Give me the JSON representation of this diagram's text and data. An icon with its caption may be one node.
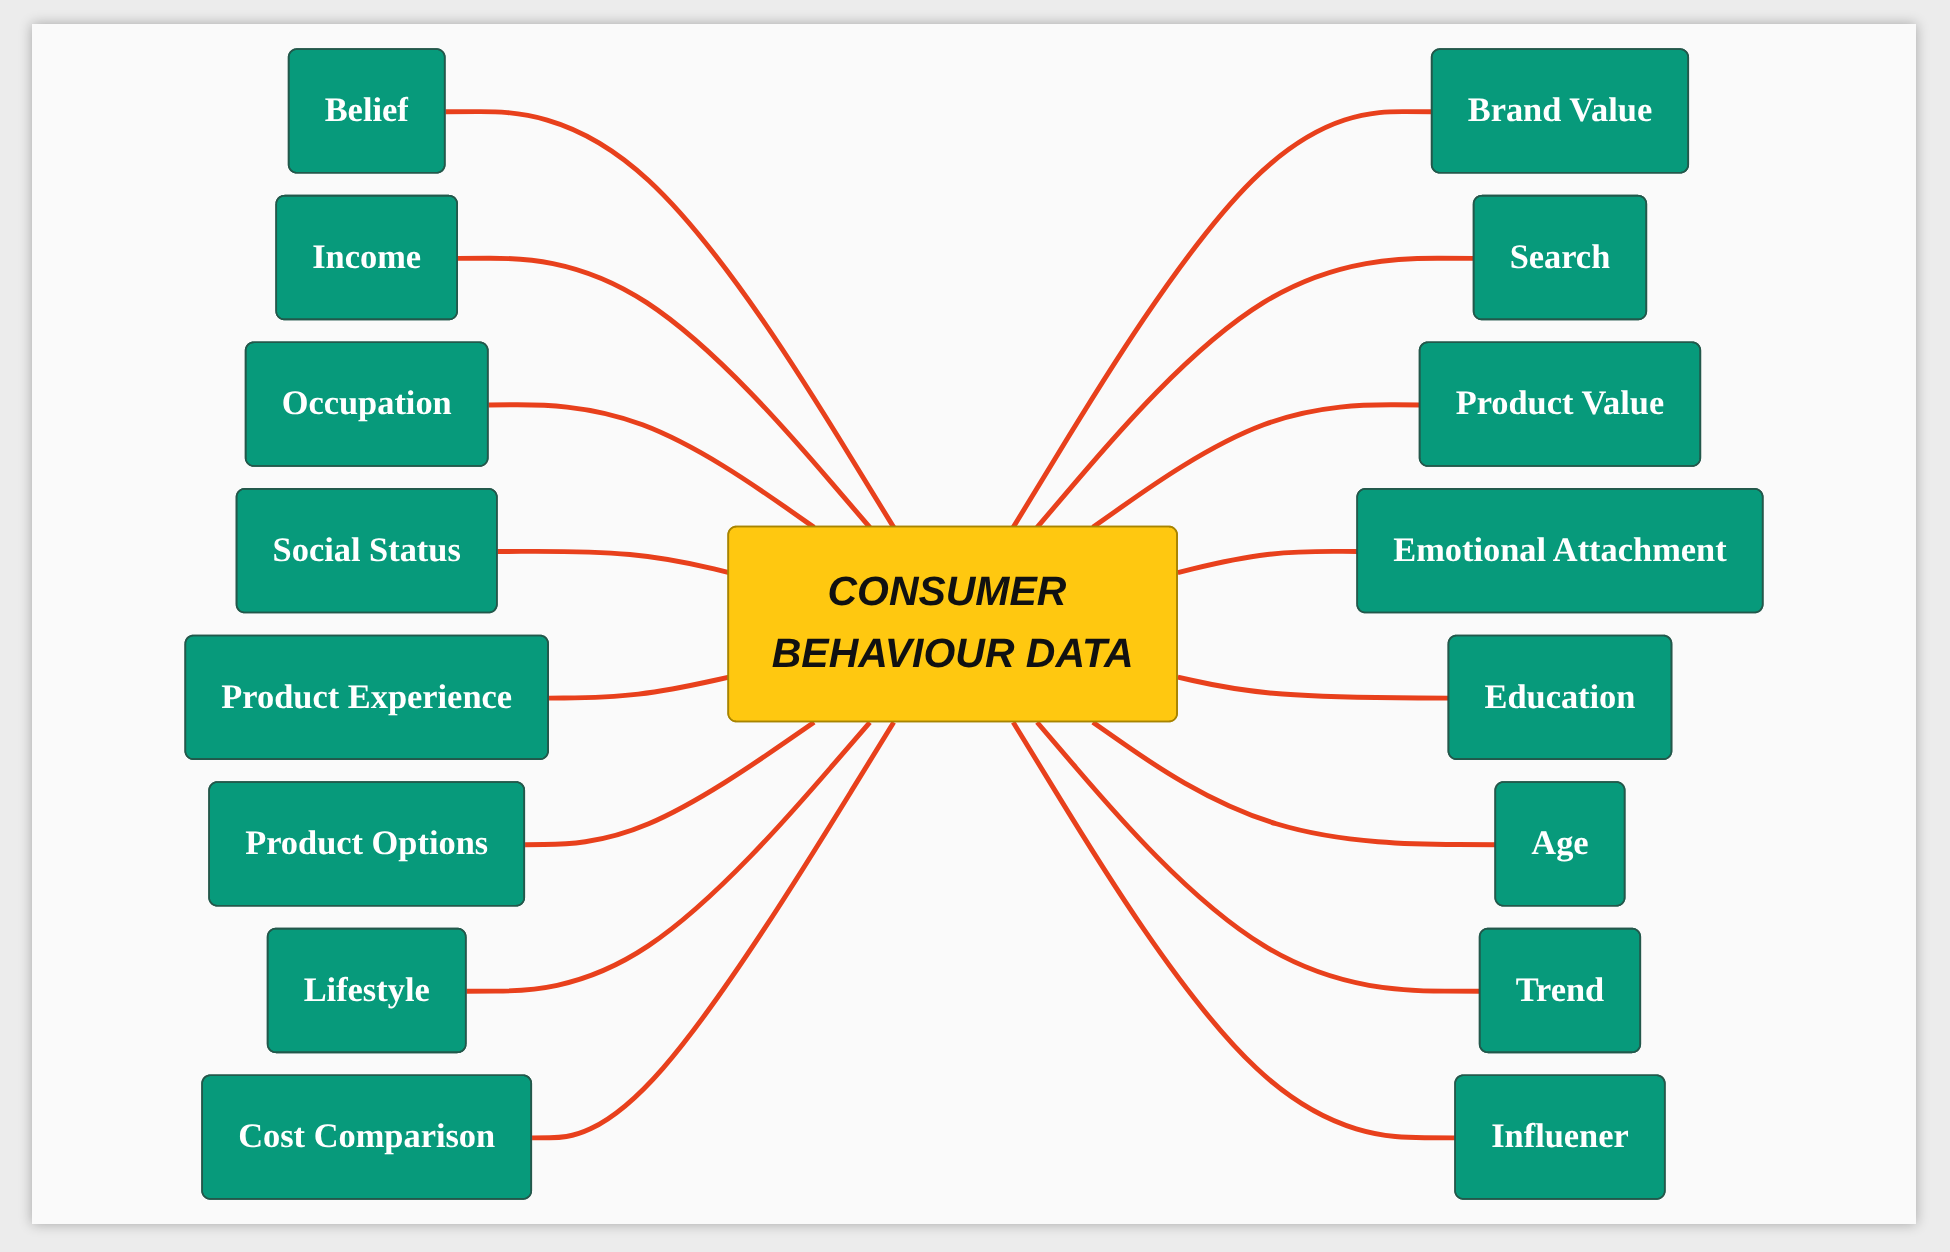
{
  "diagram": {
    "nodes": [
      {
        "text": [
          "CONSUMER BEHAVIOUR DATA"
        ]
      },
      {
        "text": [
          "Belief"
        ]
      },
      {
        "text": [
          "Income"
        ]
      },
      {
        "text": [
          "Occupation"
        ]
      },
      {
        "text": [
          "Social Status"
        ]
      },
      {
        "text": [
          "Product Experience"
        ]
      },
      {
        "text": [
          "Product Options"
        ]
      },
      {
        "text": [
          "Lifestyle"
        ]
      },
      {
        "text": [
          "Cost Comparison"
        ]
      },
      {
        "text": [
          "Brand Value"
        ]
      },
      {
        "text": [
          "Search"
        ]
      },
      {
        "text": [
          "Product Value"
        ]
      },
      {
        "text": [
          "Emotional Attachment"
        ]
      },
      {
        "text": [
          "Education"
        ]
      },
      {
        "text": [
          "Age"
        ]
      },
      {
        "text": [
          "Trend"
        ]
      },
      {
        "text": [
          "Influener"
        ]
      }
    ],
    "edges": [
      {
        "from": 1,
        "to": 0,
        "arrow": "none"
      },
      {
        "from": 2,
        "to": 0,
        "arrow": "none"
      },
      {
        "from": 3,
        "to": 0,
        "arrow": "none"
      },
      {
        "from": 4,
        "to": 0,
        "arrow": "none"
      },
      {
        "from": 5,
        "to": 0,
        "arrow": "none"
      },
      {
        "from": 6,
        "to": 0,
        "arrow": "none"
      },
      {
        "from": 7,
        "to": 0,
        "arrow": "none"
      },
      {
        "from": 8,
        "to": 0,
        "arrow": "none"
      },
      {
        "from": 0,
        "to": 9,
        "arrow": "none"
      },
      {
        "from": 0,
        "to": 10,
        "arrow": "none"
      },
      {
        "from": 0,
        "to": 11,
        "arrow": "none"
      },
      {
        "from": 0,
        "to": 12,
        "arrow": "none"
      },
      {
        "from": 0,
        "to": 13,
        "arrow": "none"
      },
      {
        "from": 0,
        "to": 14,
        "arrow": "none"
      },
      {
        "from": 0,
        "to": 15,
        "arrow": "none"
      },
      {
        "from": 0,
        "to": 16,
        "arrow": "none"
      }
    ]
  }
}
